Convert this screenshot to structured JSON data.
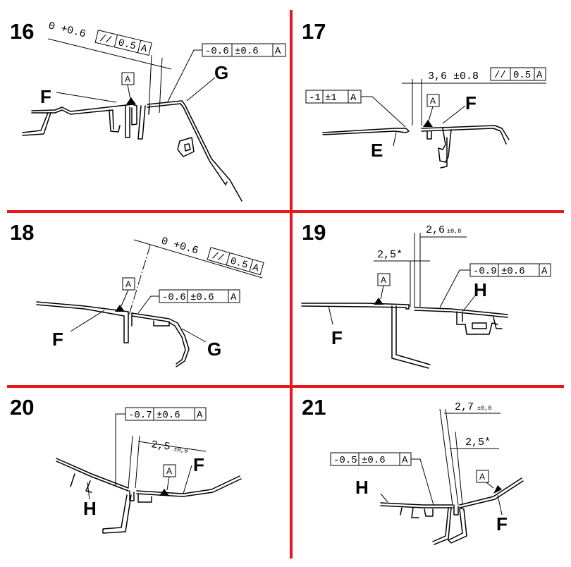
{
  "colors": {
    "separator": "#e8181e",
    "ink": "#000000",
    "background": "#ffffff"
  },
  "panels": [
    {
      "number": "16",
      "gap": "0 +0.6",
      "parallel_symbol": "//",
      "parallel_value": "0.5",
      "parallel_datum": "A",
      "flush_value": "-0.6",
      "flush_tolerance": "±0.6",
      "flush_datum": "A",
      "datum": "A",
      "label_left": "F",
      "label_right": "G"
    },
    {
      "number": "17",
      "gap": "3,6 ±0.8",
      "parallel_symbol": "//",
      "parallel_value": "0.5",
      "parallel_datum": "A",
      "flush_value": "-1",
      "flush_tolerance": "±1",
      "flush_datum": "A",
      "datum": "A",
      "label_right": "F",
      "label_bottom": "E"
    },
    {
      "number": "18",
      "gap": "0 +0.6",
      "parallel_symbol": "//",
      "parallel_value": "0.5",
      "parallel_datum": "A",
      "flush_value": "-0.6",
      "flush_tolerance": "±0.6",
      "flush_datum": "A",
      "datum": "A",
      "label_left": "F",
      "label_right": "G"
    },
    {
      "number": "19",
      "gap_main": "2,6",
      "gap_tol": "±0,8",
      "offset": "2,5*",
      "flush_value": "-0.9",
      "flush_tolerance": "±0.6",
      "flush_datum": "A",
      "datum": "A",
      "label_left": "F",
      "label_right": "H"
    },
    {
      "number": "20",
      "gap_main": "2,5",
      "gap_tol": "±0,8",
      "flush_value": "-0.7",
      "flush_tolerance": "±0.6",
      "flush_datum": "A",
      "datum": "A",
      "label_left": "H",
      "label_right": "F"
    },
    {
      "number": "21",
      "gap_main": "2,7",
      "gap_tol": "±0,8",
      "offset": "2,5*",
      "flush_value": "-0.5",
      "flush_tolerance": "±0.6",
      "flush_datum": "A",
      "datum": "A",
      "label_left": "H",
      "label_right": "F"
    }
  ]
}
